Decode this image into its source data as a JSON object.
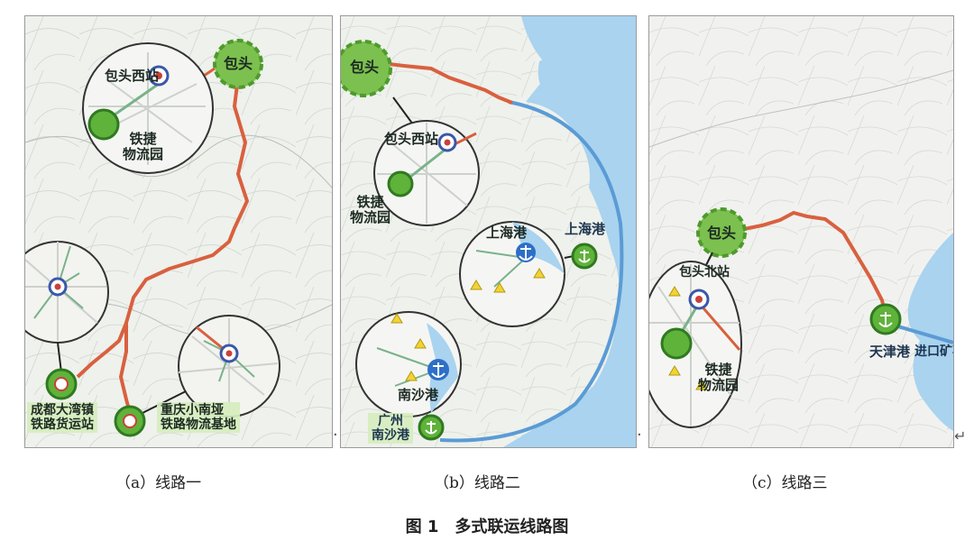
{
  "figure_title": "图 1　多式联运线路图",
  "colors": {
    "route": "#d9603f",
    "sea_route": "#5b9bd5",
    "green_marker": "#5fb23a",
    "rail_icon": "#3a58a8",
    "port_icon": "#2e6fc7",
    "sea": "#a9d3ef"
  },
  "panels": {
    "a": {
      "caption": "（a）线路一",
      "baotou": "包头",
      "inset_station": "包头西站",
      "inset_park": "铁捷\n物流园",
      "chengdu": "成都大湾镇\n铁路货运站",
      "chongqing": "重庆小南垭\n铁路物流基地"
    },
    "b": {
      "caption": "（b）线路二",
      "baotou": "包头",
      "inset_station": "包头西站",
      "inset_park": "铁捷\n物流园",
      "shanghai_port": "上海港",
      "shanghai_inset_port": "上海港",
      "nansha_inset_port": "南沙港",
      "guangzhou_port": "广州\n南沙港"
    },
    "c": {
      "caption": "（c）线路三",
      "baotou": "包头",
      "inset_station": "包头北站",
      "inset_park": "铁捷\n物流园",
      "tianjin": "天津港",
      "ore": "进口矿石"
    }
  }
}
